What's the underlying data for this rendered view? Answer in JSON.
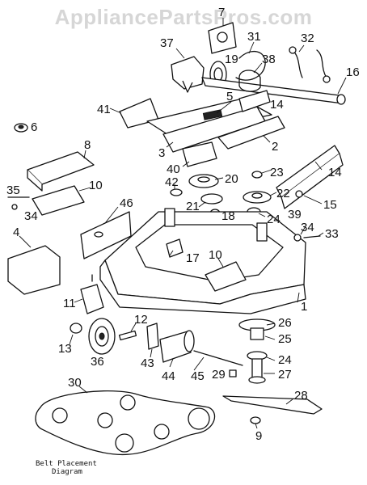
{
  "watermark": "AppliancePartsPros.com",
  "caption_line1": "Belt Placement",
  "caption_line2": "Diagram",
  "callouts": [
    {
      "id": "c7",
      "text": "7"
    },
    {
      "id": "c37",
      "text": "37"
    },
    {
      "id": "c31",
      "text": "31"
    },
    {
      "id": "c32",
      "text": "32"
    },
    {
      "id": "c19",
      "text": "19"
    },
    {
      "id": "c38",
      "text": "38"
    },
    {
      "id": "c16",
      "text": "16"
    },
    {
      "id": "c6",
      "text": "6"
    },
    {
      "id": "c41",
      "text": "41"
    },
    {
      "id": "c5",
      "text": "5"
    },
    {
      "id": "c14a",
      "text": "14"
    },
    {
      "id": "c8",
      "text": "8"
    },
    {
      "id": "c3",
      "text": "3"
    },
    {
      "id": "c2",
      "text": "2"
    },
    {
      "id": "c40",
      "text": "40"
    },
    {
      "id": "c20",
      "text": "20"
    },
    {
      "id": "c23",
      "text": "23"
    },
    {
      "id": "c14b",
      "text": "14"
    },
    {
      "id": "c10a",
      "text": "10"
    },
    {
      "id": "c42",
      "text": "42"
    },
    {
      "id": "c35",
      "text": "35"
    },
    {
      "id": "c46",
      "text": "46"
    },
    {
      "id": "c22",
      "text": "22"
    },
    {
      "id": "c15",
      "text": "15"
    },
    {
      "id": "c21",
      "text": "21"
    },
    {
      "id": "c18",
      "text": "18"
    },
    {
      "id": "c24a",
      "text": "24"
    },
    {
      "id": "c39",
      "text": "39"
    },
    {
      "id": "c34a",
      "text": "34"
    },
    {
      "id": "c34b",
      "text": "34"
    },
    {
      "id": "c33",
      "text": "33"
    },
    {
      "id": "c4",
      "text": "4"
    },
    {
      "id": "c17",
      "text": "17"
    },
    {
      "id": "c10b",
      "text": "10"
    },
    {
      "id": "c11",
      "text": "11"
    },
    {
      "id": "c1",
      "text": "1"
    },
    {
      "id": "c12",
      "text": "12"
    },
    {
      "id": "c26",
      "text": "26"
    },
    {
      "id": "c13",
      "text": "13"
    },
    {
      "id": "c25",
      "text": "25"
    },
    {
      "id": "c36",
      "text": "36"
    },
    {
      "id": "c43",
      "text": "43"
    },
    {
      "id": "c44",
      "text": "44"
    },
    {
      "id": "c45",
      "text": "45"
    },
    {
      "id": "c24b",
      "text": "24"
    },
    {
      "id": "c29",
      "text": "29"
    },
    {
      "id": "c27",
      "text": "27"
    },
    {
      "id": "c30",
      "text": "30"
    },
    {
      "id": "c28",
      "text": "28"
    },
    {
      "id": "c9",
      "text": "9"
    }
  ]
}
